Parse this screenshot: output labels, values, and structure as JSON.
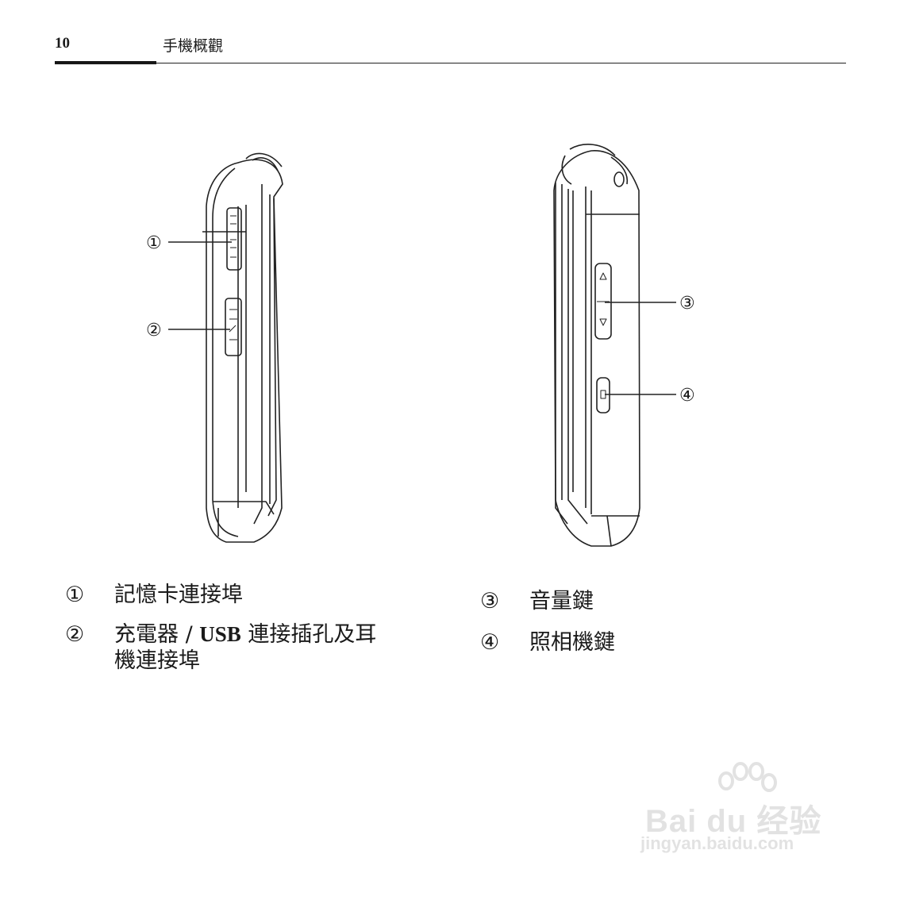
{
  "header": {
    "page_number": "10",
    "title": "手機概觀"
  },
  "callouts": [
    "①",
    "②",
    "③",
    "④"
  ],
  "legend": [
    {
      "num": "①",
      "text": "記憶卡連接埠"
    },
    {
      "num": "②",
      "text_pre": "充電器 / ",
      "text_bold": "USB",
      "text_post": " 連接插孔及耳\n機連接埠"
    },
    {
      "num": "③",
      "text": "音量鍵"
    },
    {
      "num": "④",
      "text": "照相機鍵"
    }
  ],
  "watermark": {
    "brand": "Bai du 经验",
    "url": "jingyan.baidu.com"
  }
}
